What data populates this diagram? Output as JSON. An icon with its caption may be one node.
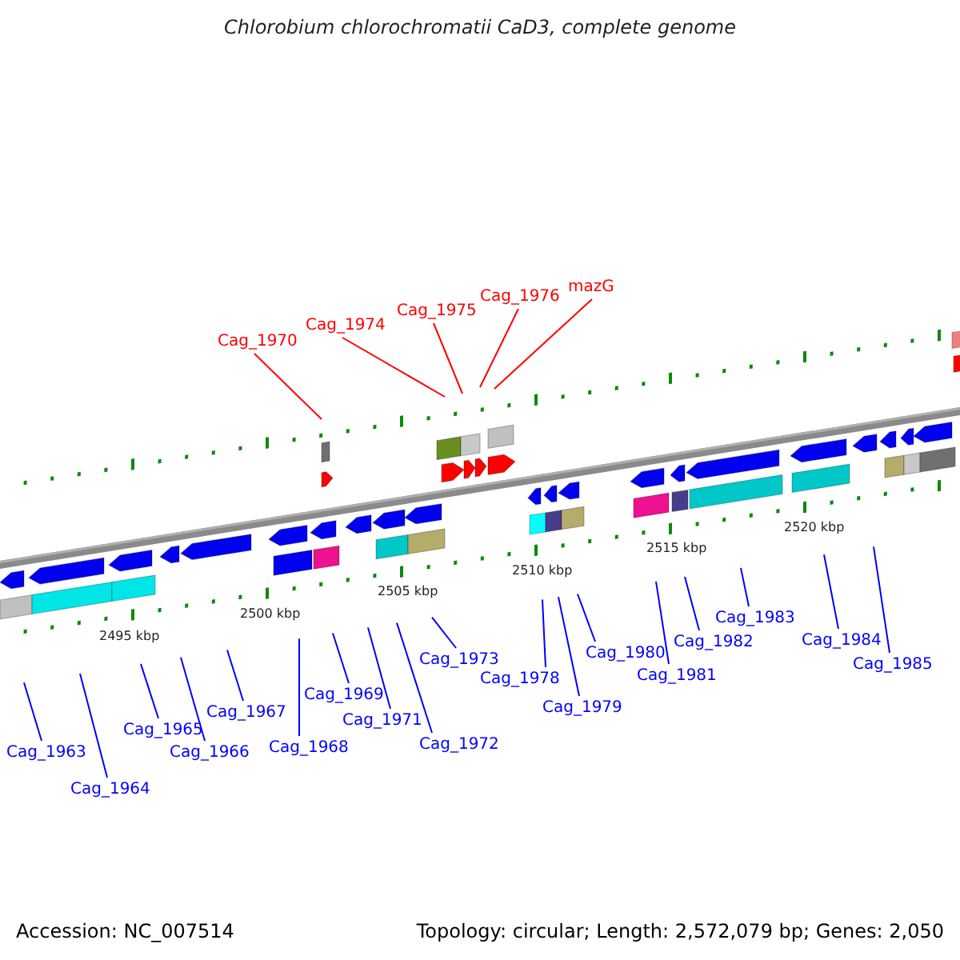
{
  "diagram": {
    "title": "Chlorobium chlorochromatii CaD3, complete genome",
    "nodes": [
      {
        "text": [
          "Cag_1970"
        ]
      },
      {
        "text": [
          "Cag_1974"
        ]
      },
      {
        "text": [
          "Cag_1975"
        ]
      },
      {
        "text": [
          "Cag_1976"
        ]
      },
      {
        "text": [
          "mazG"
        ]
      },
      {
        "text": [
          "Cag_1963"
        ]
      },
      {
        "text": [
          "Cag_1964"
        ]
      },
      {
        "text": [
          "Cag_1965"
        ]
      },
      {
        "text": [
          "Cag_1966"
        ]
      },
      {
        "text": [
          "Cag_1967"
        ]
      },
      {
        "text": [
          "Cag_1968"
        ]
      },
      {
        "text": [
          "Cag_1969"
        ]
      },
      {
        "text": [
          "Cag_1971"
        ]
      },
      {
        "text": [
          "Cag_1972"
        ]
      },
      {
        "text": [
          "Cag_1973"
        ]
      },
      {
        "text": [
          "Cag_1978"
        ]
      },
      {
        "text": [
          "Cag_1979"
        ]
      },
      {
        "text": [
          "Cag_1980"
        ]
      },
      {
        "text": [
          "Cag_1981"
        ]
      },
      {
        "text": [
          "Cag_1982"
        ]
      },
      {
        "text": [
          "Cag_1983"
        ]
      },
      {
        "text": [
          "Cag_1984"
        ]
      },
      {
        "text": [
          "Cag_1985"
        ]
      }
    ],
    "edges": [
      {
        "from": 0,
        "to": null,
        "arrow": "none",
        "color": "#ff0000"
      },
      {
        "from": 1,
        "to": null,
        "arrow": "none",
        "color": "#ff0000"
      },
      {
        "from": 2,
        "to": null,
        "arrow": "none",
        "color": "#ff0000"
      },
      {
        "from": 3,
        "to": null,
        "arrow": "none",
        "color": "#ff0000"
      },
      {
        "from": 4,
        "to": null,
        "arrow": "none",
        "color": "#ff0000"
      },
      {
        "from": 5,
        "to": null,
        "arrow": "none"
      },
      {
        "from": 6,
        "to": null,
        "arrow": "none"
      },
      {
        "from": 7,
        "to": null,
        "arrow": "none"
      },
      {
        "from": 8,
        "to": null,
        "arrow": "none"
      },
      {
        "from": 9,
        "to": null,
        "arrow": "none"
      },
      {
        "from": 10,
        "to": null,
        "arrow": "none"
      },
      {
        "from": 11,
        "to": null,
        "arrow": "none"
      },
      {
        "from": 12,
        "to": null,
        "arrow": "none"
      },
      {
        "from": 13,
        "to": null,
        "arrow": "none"
      },
      {
        "from": 14,
        "to": null,
        "arrow": "none"
      },
      {
        "from": 15,
        "to": null,
        "arrow": "none"
      },
      {
        "from": 16,
        "to": null,
        "arrow": "none"
      },
      {
        "from": 17,
        "to": null,
        "arrow": "none"
      },
      {
        "from": 18,
        "to": null,
        "arrow": "none"
      },
      {
        "from": 19,
        "to": null,
        "arrow": "none"
      },
      {
        "from": 20,
        "to": null,
        "arrow": "none"
      },
      {
        "from": 21,
        "to": null,
        "arrow": "none"
      },
      {
        "from": 22,
        "to": null,
        "arrow": "none"
      }
    ],
    "labels": [
      "2495 kbp",
      "2500 kbp",
      "2505 kbp",
      "2510 kbp",
      "2515 kbp",
      "2520 kbp",
      "Accession: NC_007514",
      "Topology: circular; Length: 2,572,079 bp; Genes: 2,050"
    ]
  }
}
